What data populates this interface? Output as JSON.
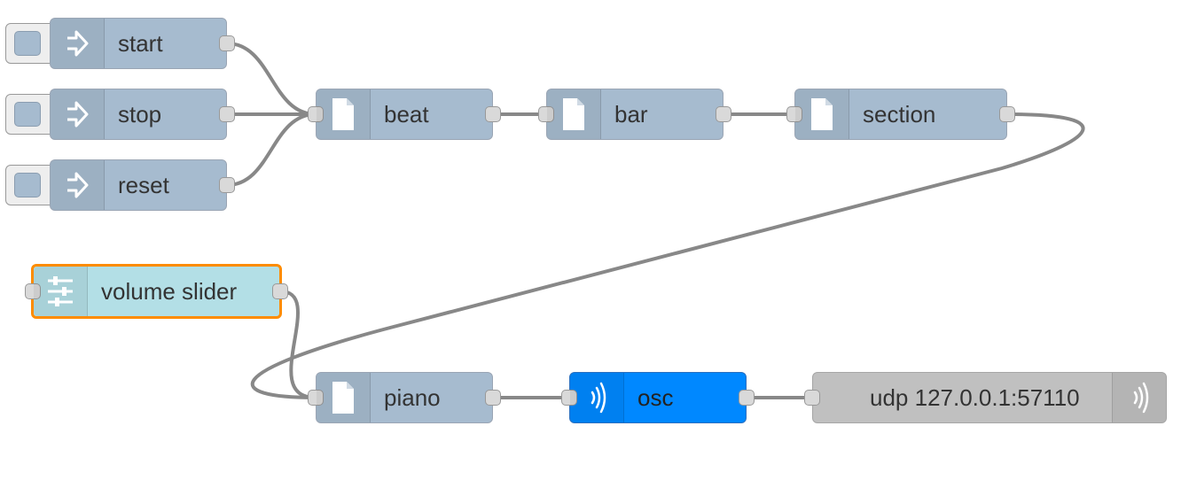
{
  "nodes": {
    "start": {
      "label": "start",
      "type": "inject",
      "icon": "inject-arrow-icon"
    },
    "stop": {
      "label": "stop",
      "type": "inject",
      "icon": "inject-arrow-icon"
    },
    "reset": {
      "label": "reset",
      "type": "inject",
      "icon": "inject-arrow-icon"
    },
    "beat": {
      "label": "beat",
      "type": "function",
      "icon": "document-icon"
    },
    "bar": {
      "label": "bar",
      "type": "function",
      "icon": "document-icon"
    },
    "section": {
      "label": "section",
      "type": "function",
      "icon": "document-icon"
    },
    "volume_slider": {
      "label": "volume slider",
      "type": "ui-slider",
      "icon": "slider-icon",
      "selected": true
    },
    "piano": {
      "label": "piano",
      "type": "function",
      "icon": "document-icon"
    },
    "osc": {
      "label": "osc",
      "type": "osc",
      "icon": "signal-icon"
    },
    "udp": {
      "label": "udp 127.0.0.1:57110",
      "type": "udp-out",
      "icon": "signal-icon"
    }
  },
  "wires": [
    [
      "start",
      "beat"
    ],
    [
      "stop",
      "beat"
    ],
    [
      "reset",
      "beat"
    ],
    [
      "beat",
      "bar"
    ],
    [
      "bar",
      "section"
    ],
    [
      "section",
      "piano"
    ],
    [
      "volume_slider",
      "piano"
    ],
    [
      "piano",
      "osc"
    ],
    [
      "osc",
      "udp"
    ]
  ],
  "colors": {
    "function_node": "#a6bbcf",
    "ui_node": "#b3dfe6",
    "selection_outline": "#ff8c00",
    "osc_node": "#0088ff",
    "udp_node": "#c0c0c0",
    "wire": "#888888"
  }
}
